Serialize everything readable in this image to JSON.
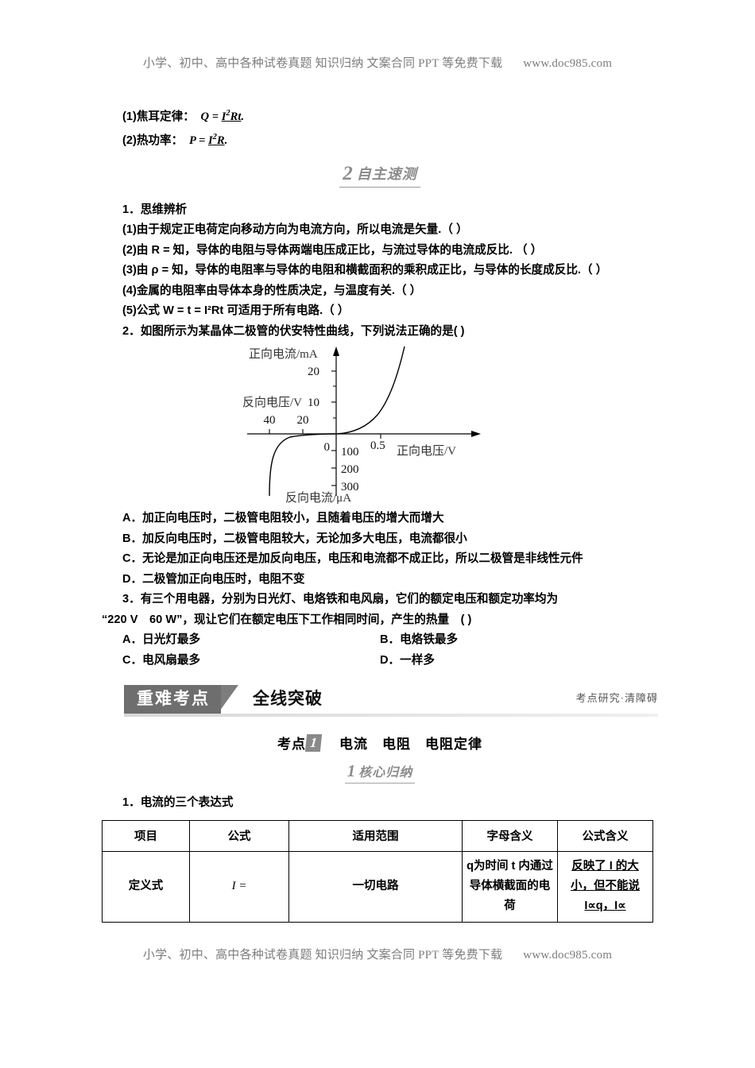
{
  "watermark": {
    "text": "小学、初中、高中各种试卷真题  知识归纳  文案合同  PPT 等免费下载",
    "url": "www.doc985.com"
  },
  "top_formulas": [
    {
      "label": "(1)焦耳定律：",
      "expr": "Q = I²Rt."
    },
    {
      "label": "(2)热功率：",
      "expr": "P = I²R."
    }
  ],
  "section_heading": {
    "num": "2",
    "text": "自主速测"
  },
  "q1": {
    "title": "1．思维辨析",
    "items": [
      "(1)由于规定正电荷定向移动方向为电流方向，所以电流是矢量.（ ）",
      "(2)由 R = 知，导体的电阻与导体两端电压成正比，与流过导体的电流成反比. （ ）",
      "(3)由 ρ = 知，导体的电阻率与导体的电阻和横截面积的乘积成正比，与导体的长度成反比.（ ）",
      "(4)金属的电阻率由导体本身的性质决定，与温度有关.（ ）",
      "(5)公式 W = t = I²Rt 可适用于所有电路.（ ）"
    ]
  },
  "q2": {
    "stem": "2．如图所示为某晶体二极管的伏安特性曲线，下列说法正确的是(      )",
    "options": [
      "A．加正向电压时，二极管电阻较小，且随着电压的增大而增大",
      "B．加反向电压时，二极管电阻较大，无论加多大电压，电流都很小",
      "C．无论是加正向电压还是加反向电压，电压和电流都不成正比，所以二极管是非线性元件",
      "D．二极管加正向电压时，电阻不变"
    ]
  },
  "figure": {
    "axis_labels": {
      "forward_current": "正向电流/mA",
      "reverse_voltage": "反向电压/V",
      "forward_voltage": "正向电压/V",
      "reverse_current": "反向电流/μA"
    },
    "ticks": {
      "y_positive": [
        "20",
        "10"
      ],
      "y_negative": [
        "100",
        "200",
        "300"
      ],
      "x_negative": [
        "40",
        "20"
      ],
      "x_positive": [
        "0.5"
      ],
      "origin": "0"
    }
  },
  "q3": {
    "stem_line1": "3．有三个用电器，分别为日光灯、电烙铁和电风扇，它们的额定电压和额定功率均为",
    "stem_line2": "“220 V　60 W”，现让它们在额定电压下工作相同时间，产生的热量　(      )",
    "options": [
      "A．日光灯最多",
      "B．电烙铁最多",
      "C．电风扇最多",
      "D．一样多"
    ]
  },
  "banner": {
    "tag": "重难考点",
    "subtitle": "全线突破",
    "right_note": "考点研究·清障碍"
  },
  "kaodian": {
    "label": "考点",
    "badge": "1",
    "title": "电流　电阻　电阻定律"
  },
  "subheading": {
    "num": "1",
    "text": "核心归纳"
  },
  "table_title": "1．电流的三个表达式",
  "table": {
    "headers": [
      "项目",
      "公式",
      "适用范围",
      "字母含义",
      "公式含义"
    ],
    "rows": [
      {
        "item": "定义式",
        "formula": "I =",
        "scope": "一切电路",
        "meaning": "q为时间 t 内通过导体横截面的电荷",
        "sense": "反映了 I 的大小，但不能说 I∝q，I∝"
      }
    ]
  }
}
